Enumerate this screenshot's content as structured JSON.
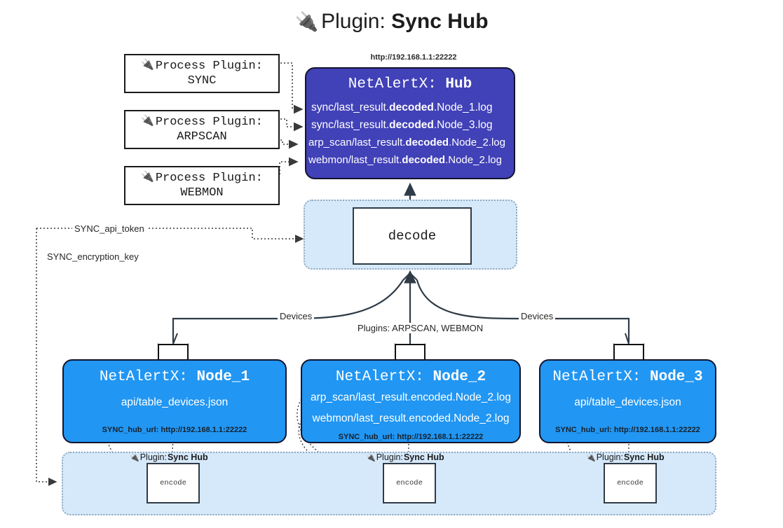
{
  "title": {
    "icon": "plug-icon",
    "glyph": "🔌",
    "lead": "Plugin: ",
    "strong": "Sync Hub"
  },
  "process_plugins": [
    {
      "icon": "plug-icon",
      "glyph": "🔌",
      "prefix": "Process Plugin:",
      "name": "SYNC"
    },
    {
      "icon": "plug-icon",
      "glyph": "🔌",
      "prefix": "Process Plugin:",
      "name": "ARPSCAN"
    },
    {
      "icon": "plug-icon",
      "glyph": "🔌",
      "prefix": "Process Plugin:",
      "name": "WEBMON"
    }
  ],
  "hub": {
    "url": "http://192.168.1.1:22222",
    "title_prefix": "NetAlertX: ",
    "title_name": "Hub",
    "logs": [
      {
        "pre": "sync/last_result.",
        "em": "decoded",
        "post": ".Node_1.log"
      },
      {
        "pre": "sync/last_result.",
        "em": "decoded",
        "post": ".Node_3.log"
      },
      {
        "pre": "arp_scan/last_result.",
        "em": "decoded",
        "post": ".Node_2.log"
      },
      {
        "pre": "webmon/last_result.",
        "em": "decoded",
        "post": ".Node_2.log"
      }
    ]
  },
  "decode": {
    "label": "decode"
  },
  "flow_labels": {
    "devices_left": "Devices",
    "devices_right": "Devices",
    "plugins_mid": "Plugins: ARPSCAN, WEBMON",
    "api_token": "SYNC_api_token",
    "encryption_key": "SYNC_encryption_key"
  },
  "nodes": [
    {
      "title_prefix": "NetAlertX: ",
      "title_name": "Node_1",
      "lines": [
        "api/table_devices.json"
      ],
      "url_label": "SYNC_hub_url: http://192.168.1.1:22222",
      "envelope_icon": "envelope-icon"
    },
    {
      "title_prefix": "NetAlertX: ",
      "title_name": "Node_2",
      "lines": [
        "arp_scan/last_result.encoded.Node_2.log",
        "webmon/last_result.encoded.Node_2.log"
      ],
      "url_label": "SYNC_hub_url: http://192.168.1.1:22222",
      "envelope_icon": "envelope-icon"
    },
    {
      "title_prefix": "NetAlertX: ",
      "title_name": "Node_3",
      "lines": [
        "api/table_devices.json"
      ],
      "url_label": "SYNC_hub_url: http://192.168.1.1:22222",
      "envelope_icon": "envelope-icon"
    }
  ],
  "encoders": [
    {
      "icon": "plug-icon",
      "glyph": "🔌",
      "label_lead": "Plugin: ",
      "label_strong": "Sync Hub",
      "box": "encode"
    },
    {
      "icon": "plug-icon",
      "glyph": "🔌",
      "label_lead": "Plugin: ",
      "label_strong": "Sync Hub",
      "box": "encode"
    },
    {
      "icon": "plug-icon",
      "glyph": "🔌",
      "label_lead": "Plugin: ",
      "label_strong": "Sync Hub",
      "box": "encode"
    }
  ],
  "colors": {
    "hub_fill": "#4141b8",
    "node_fill": "#2196f3",
    "group_fill": "#d6e9fb",
    "group_border": "#8fa8bd",
    "line": "#3b3b3b"
  }
}
